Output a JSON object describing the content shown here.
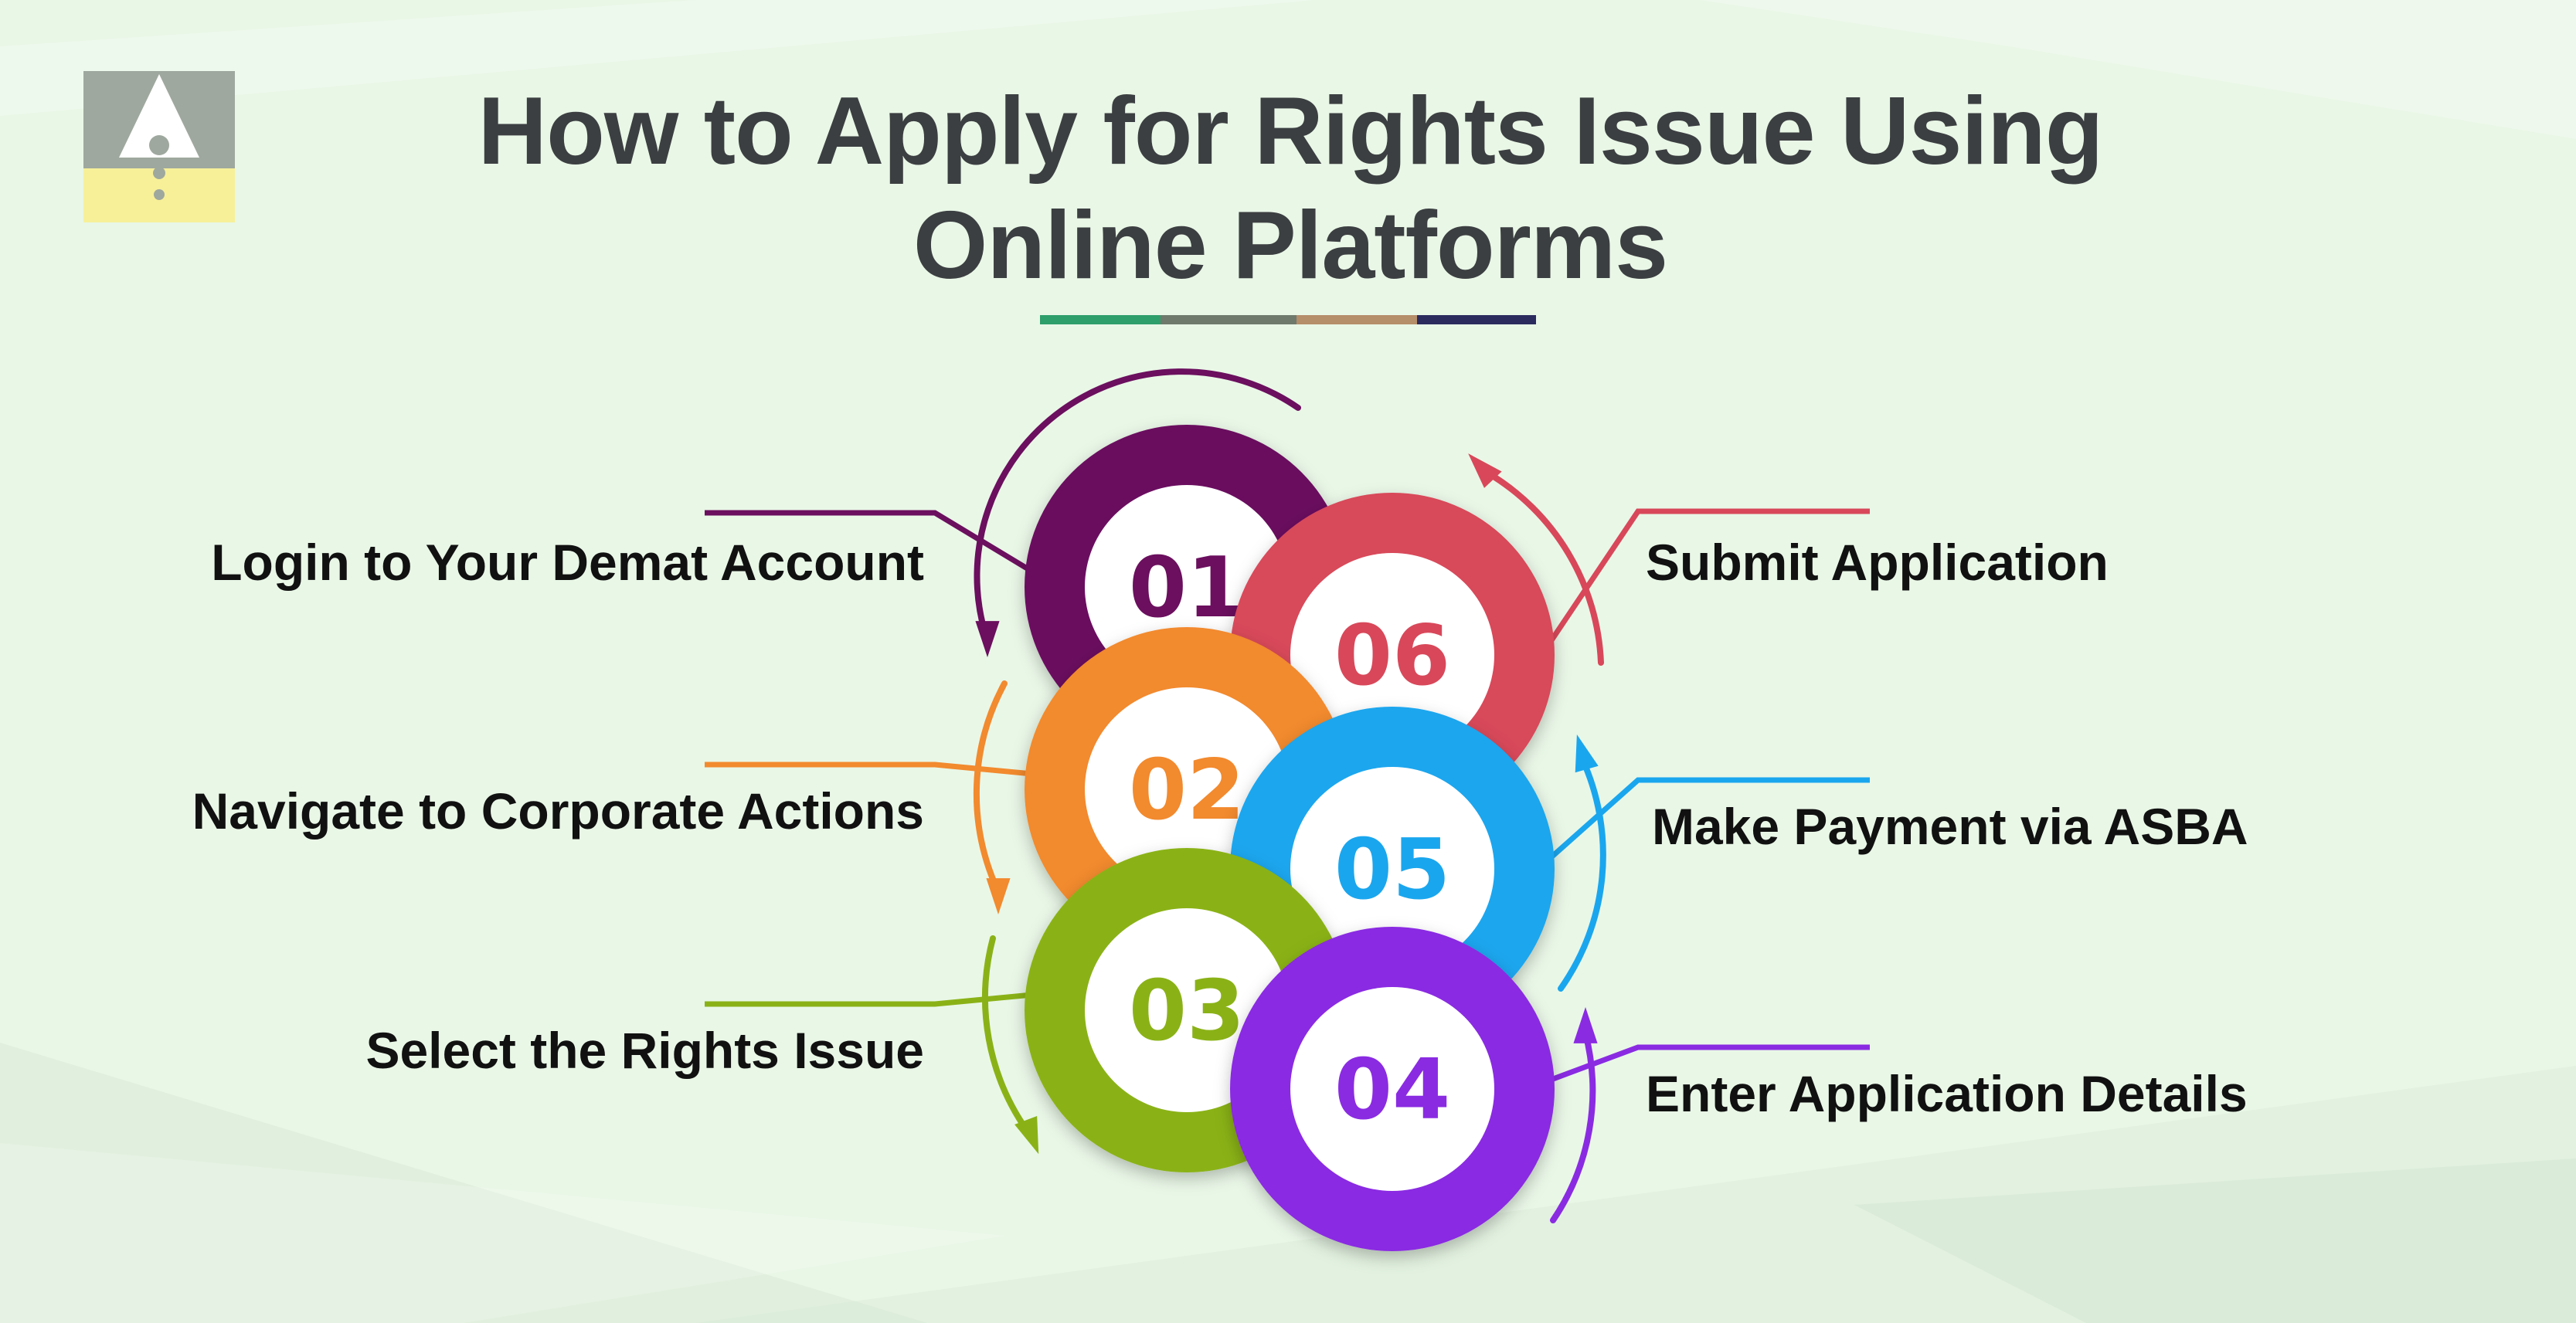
{
  "title": {
    "line1": "How to Apply for Rights Issue Using",
    "line2": "Online Platforms"
  },
  "logo": {
    "icon": "brand-logo-icon"
  },
  "accent_colors": [
    "#2e9e6b",
    "#6f7a6d",
    "#b58e6a",
    "#2b2b5e"
  ],
  "steps": [
    {
      "number": "01",
      "label": "Login to Your Demat Account",
      "color": "#6b0f5e"
    },
    {
      "number": "02",
      "label": "Navigate to Corporate Actions",
      "color": "#f28a2e"
    },
    {
      "number": "03",
      "label": "Select the Rights Issue",
      "color": "#8ab217"
    },
    {
      "number": "04",
      "label": "Enter Application Details",
      "color": "#8a2be2"
    },
    {
      "number": "05",
      "label": "Make Payment via ASBA",
      "color": "#1aa6ee"
    },
    {
      "number": "06",
      "label": "Submit Application",
      "color": "#d8485a"
    }
  ]
}
